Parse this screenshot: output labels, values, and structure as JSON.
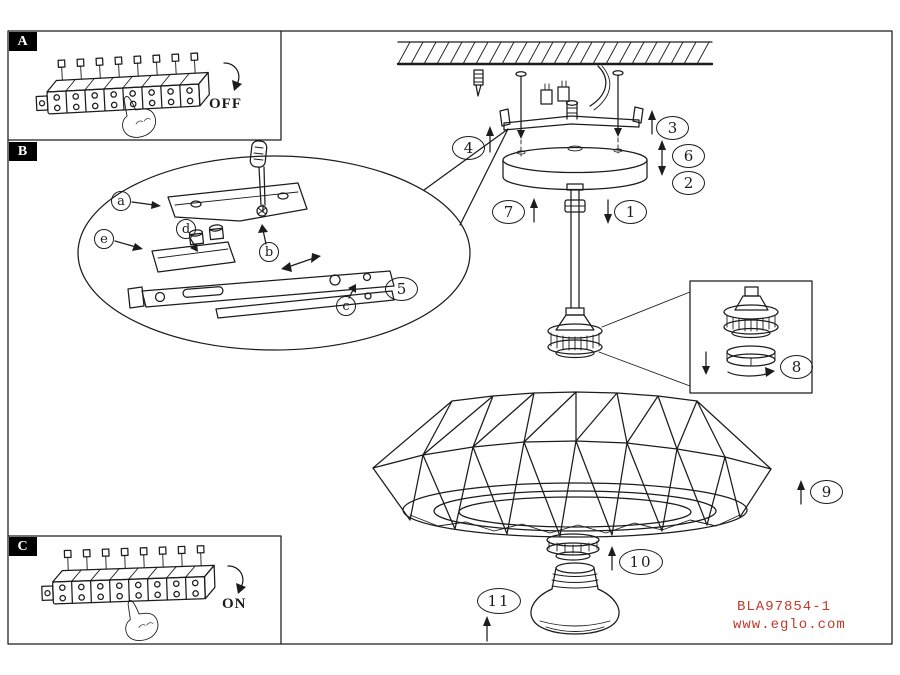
{
  "panels": {
    "a": {
      "label": "A",
      "switch_state": "OFF"
    },
    "b": {
      "label": "B"
    },
    "c": {
      "label": "C",
      "switch_state": "ON"
    }
  },
  "callouts": [
    {
      "label": "1"
    },
    {
      "label": "2"
    },
    {
      "label": "3"
    },
    {
      "label": "4"
    },
    {
      "label": "5"
    },
    {
      "label": "6"
    },
    {
      "label": "7"
    },
    {
      "label": "8"
    },
    {
      "label": "9"
    },
    {
      "label": "10"
    },
    {
      "label": "11"
    }
  ],
  "detail_letters": [
    {
      "label": "a"
    },
    {
      "label": "b"
    },
    {
      "label": "c"
    },
    {
      "label": "d"
    },
    {
      "label": "e"
    }
  ],
  "footer": {
    "model": "BLA97854-1",
    "website": "www.eglo.com"
  },
  "colors": {
    "line": "#1c1c1c",
    "accent_red": "#c13a2a",
    "label_bg": "#000000",
    "label_fg": "#ffffff"
  }
}
